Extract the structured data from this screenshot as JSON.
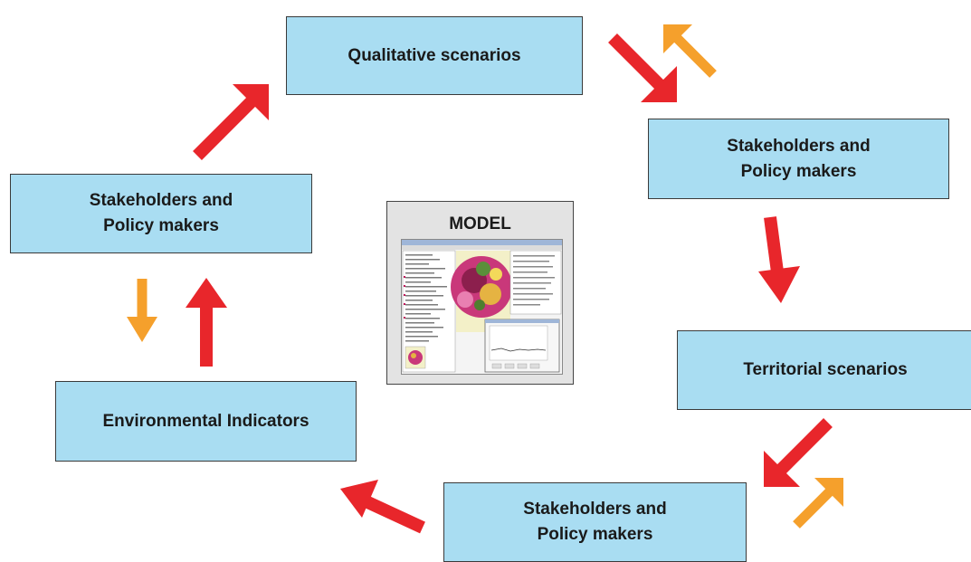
{
  "boxes": {
    "qualitative": "Qualitative scenarios",
    "stakeholders_right": {
      "line1": "Stakeholders and",
      "line2": "Policy makers"
    },
    "territorial": "Territorial scenarios",
    "stakeholders_bottom": {
      "line1": "Stakeholders and",
      "line2": "Policy makers"
    },
    "environmental": "Environmental Indicators",
    "stakeholders_left": {
      "line1": "Stakeholders and",
      "line2": "Policy makers"
    }
  },
  "model": {
    "title": "MODEL"
  },
  "colors": {
    "box_fill": "#a9ddf2",
    "box_border": "#3a3a3a",
    "arrow_primary": "#e8262b",
    "arrow_feedback": "#f5a02c",
    "model_panel": "#e3e3e3"
  }
}
